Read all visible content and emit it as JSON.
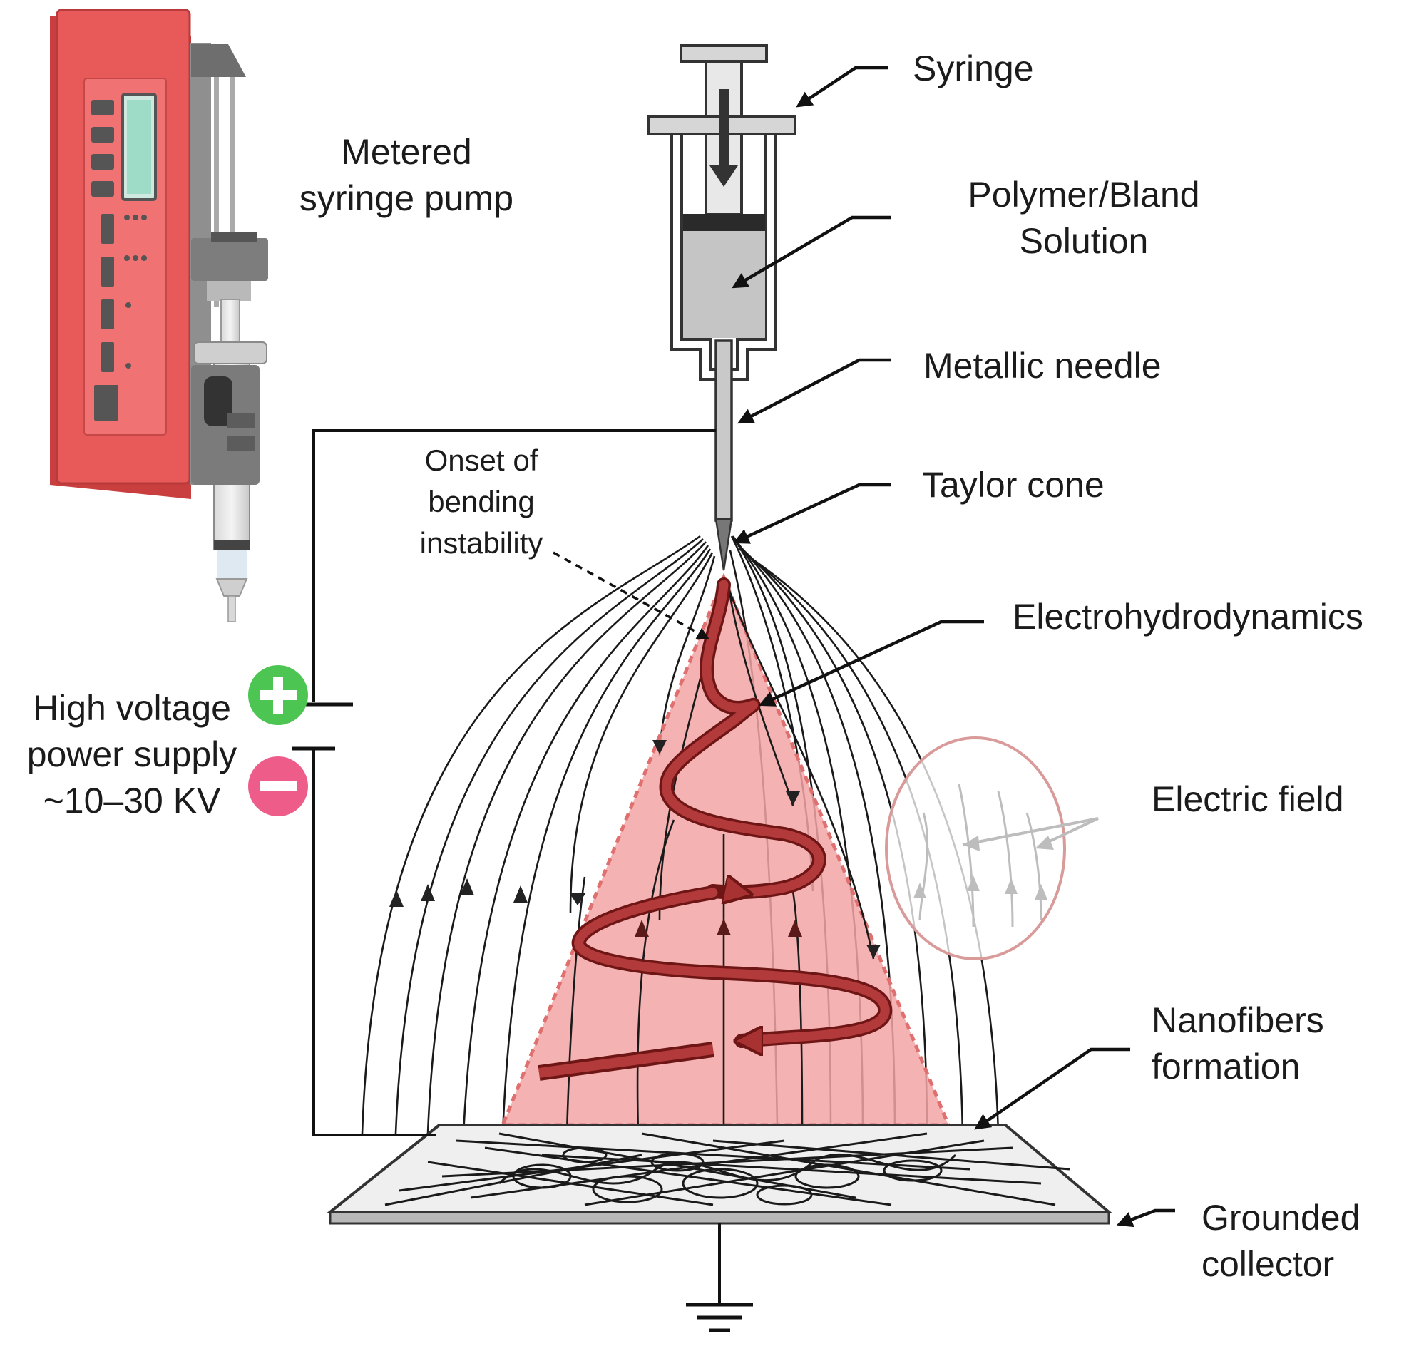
{
  "labels": {
    "pump_line1": "Metered",
    "pump_line2": "syringe pump",
    "syringe": "Syringe",
    "solution_line1": "Polymer/Bland",
    "solution_line2": "Solution",
    "needle": "Metallic needle",
    "onset_line1": "Onset of",
    "onset_line2": "bending",
    "onset_line3": "instability",
    "taylor": "Taylor cone",
    "ehd": "Electrohydrodynamics",
    "field": "Electric field",
    "nano_line1": "Nanofibers",
    "nano_line2": "formation",
    "collector_line1": "Grounded",
    "collector_line2": "collector",
    "supply_line1": "High voltage",
    "supply_line2": "power supply",
    "supply_line3": "~10–30 KV"
  },
  "colors": {
    "pump_body": "#e85a5a",
    "cone_fill": "#f2a5a5",
    "spiral": "#b23a3a",
    "positive": "#4cc553",
    "negative": "#ee5c8a"
  },
  "icons": [
    "plus-icon",
    "minus-icon",
    "ground-icon"
  ]
}
